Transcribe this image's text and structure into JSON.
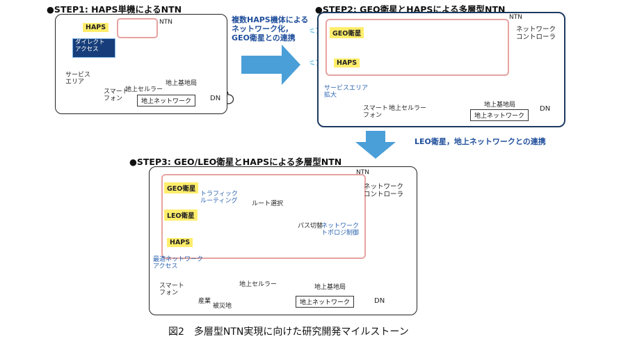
{
  "step1": {
    "title": "●STEP1: HAPS単機によるNTN",
    "ntn": "NTN",
    "haps": "HAPS",
    "direct_access": "ダイレクト\nアクセス",
    "service_area": "サービス\nエリア",
    "smartphone": "スマート\nフォン",
    "ground_cell": "地上セルラー",
    "ground_base": "地上基地局",
    "ground_network": "地上ネットワーク",
    "dn": "DN"
  },
  "arrow1_text": "複数HAPS機体による\nネットワーク化，\nGEO衛星との連携",
  "step2": {
    "title": "●STEP2: GEO衛星とHAPSによる多層型NTN",
    "ntn": "NTN",
    "geo": "GEO衛星",
    "haps": "HAPS",
    "controller": "ネットワーク\nコントローラ",
    "service_area": "サービスエリア\n拡大",
    "smartphone": "スマート\nフォン",
    "ground_cell": "地上セルラー",
    "ground_base": "地上基地局",
    "ground_network": "地上ネットワーク",
    "dn": "DN"
  },
  "arrow2_text": "LEO衛星，地上ネットワークとの連携",
  "step3": {
    "title": "●STEP3: GEO/LEO衛星とHAPSによる多層型NTN",
    "ntn": "NTN",
    "geo": "GEO衛星",
    "leo": "LEO衛星",
    "haps": "HAPS",
    "traffic_routing": "トラフィック\nルーティング",
    "route_select": "ルート選択",
    "path_switch": "パス切替",
    "topology_control": "ネットワーク\nトポロジ制御",
    "controller": "ネットワーク\nコントローラ",
    "optimal_access": "最適ネットワーク\nアクセス",
    "smartphone": "スマート\nフォン",
    "industry": "産業",
    "disaster_area": "被災地",
    "ground_cell": "地上セルラー",
    "ground_base": "地上基地局",
    "ground_network": "地上ネットワーク",
    "dn": "DN"
  },
  "caption": "図2　多層型NTN実現に向けた研究開発マイルストーン",
  "colors": {
    "orange_link": "#e57f2e",
    "purple_link": "#5b3a98",
    "big_arrow": "#4a9fd8",
    "haps_box": "#e6a3a0",
    "blue_text": "#2a62b0"
  }
}
